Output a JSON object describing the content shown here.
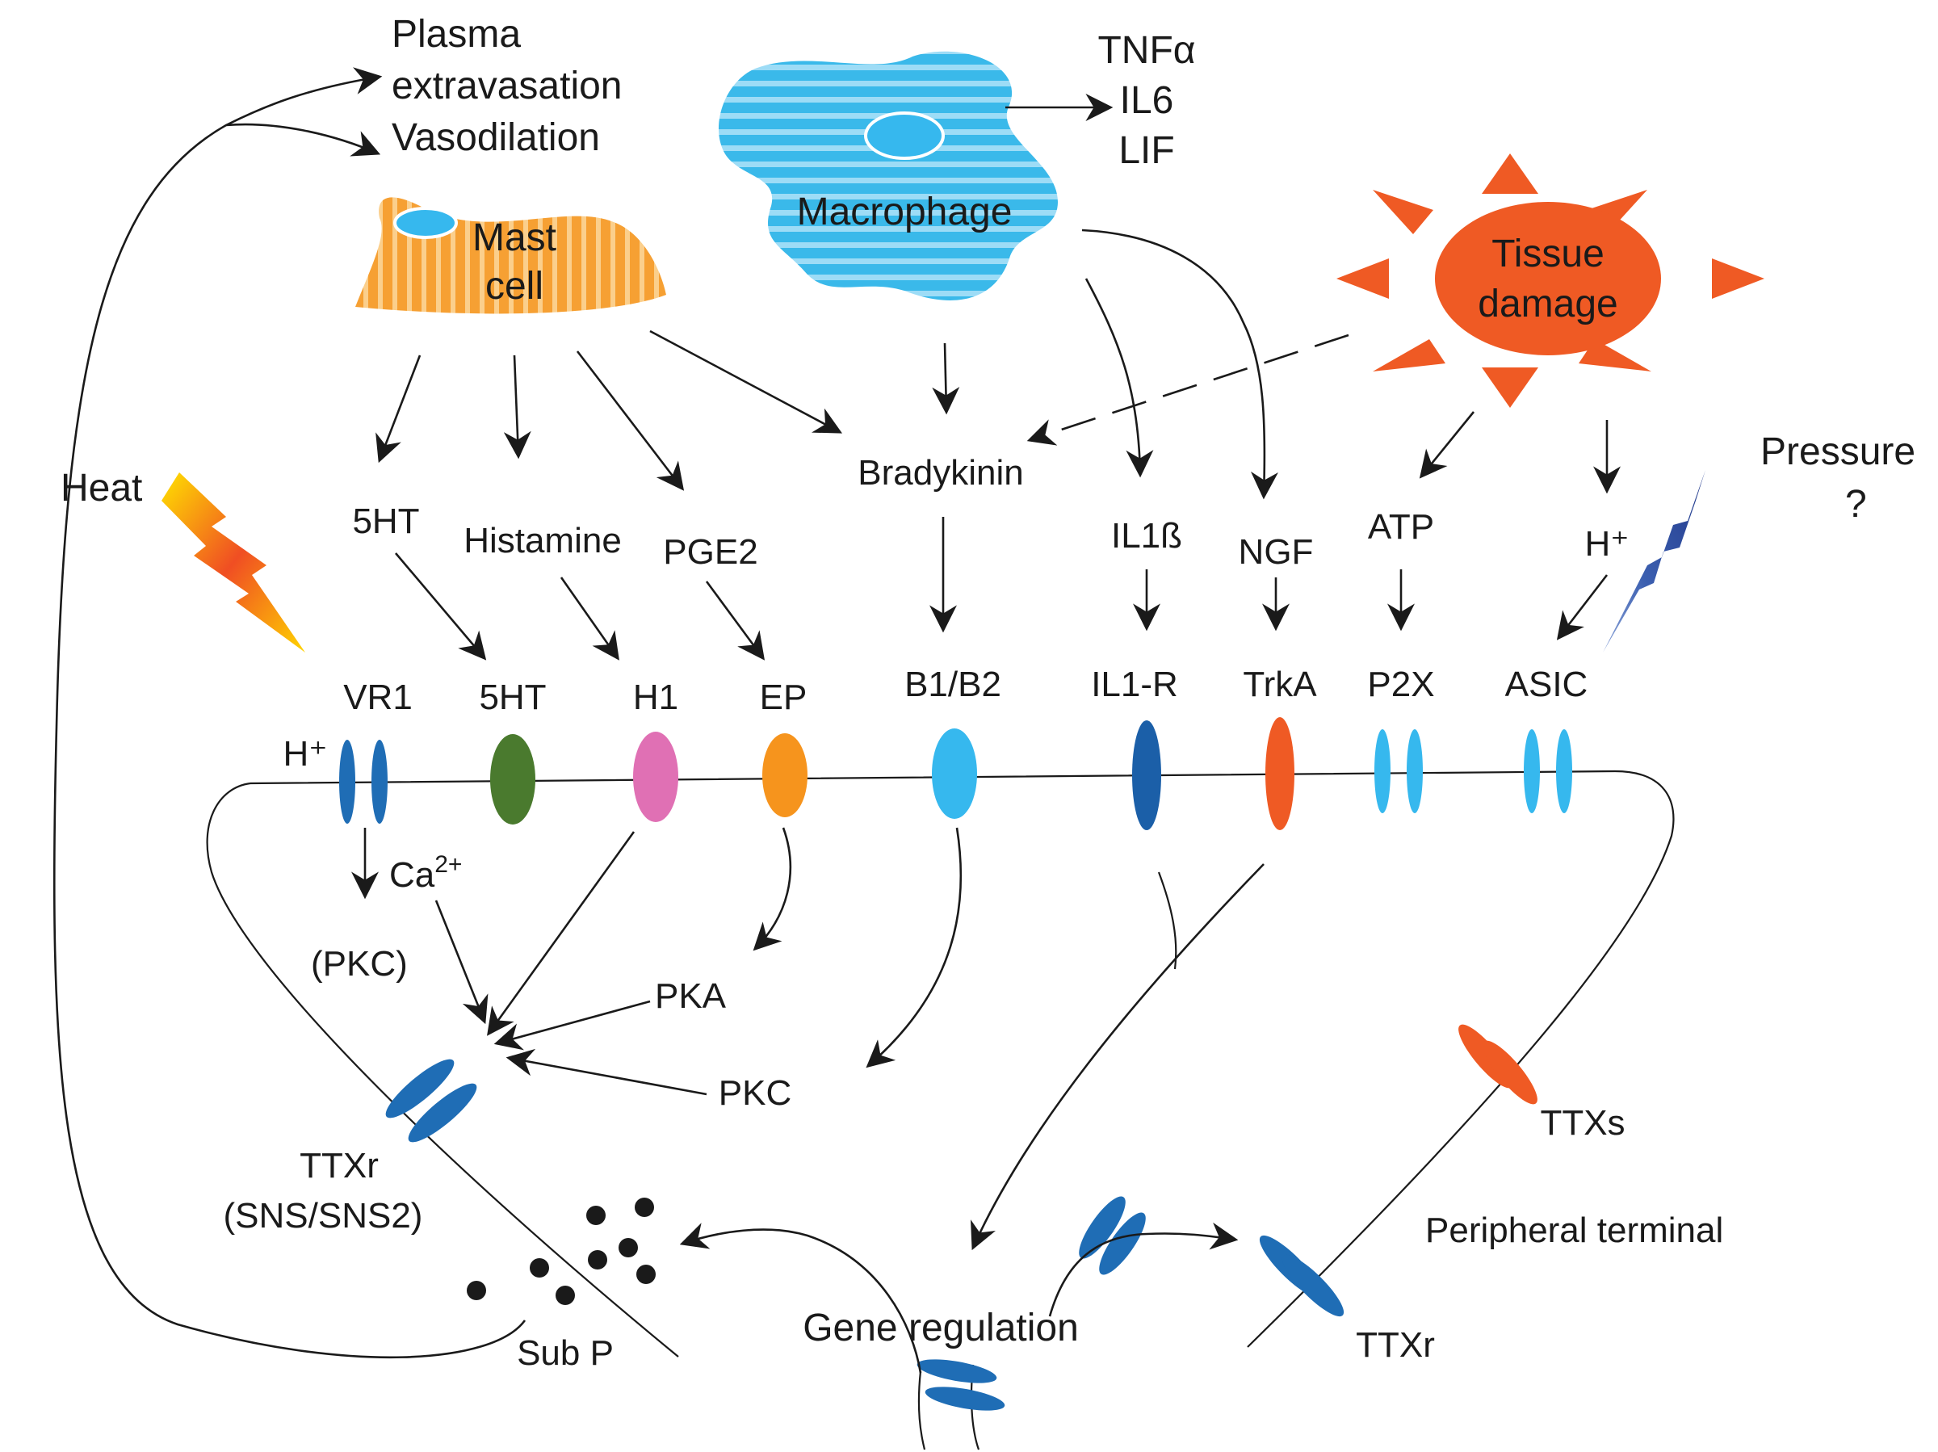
{
  "colors": {
    "mast_cell": "#f6a033",
    "macrophage": "#3ab9ea",
    "tissue_damage": "#ef5a24",
    "vr1": "#1f6db5",
    "r5ht": "#4a7a2e",
    "h1": "#e070b4",
    "ep": "#f6941d",
    "b1b2": "#36b8ee",
    "il1r": "#1b5fa8",
    "trka": "#ef5a24",
    "p2x": "#36b8ee",
    "asic": "#36b8ee",
    "ttx_r": "#1f6db5",
    "ttx_s": "#ef5a24",
    "heat": "#f04e23",
    "pressure": "#233a8b"
  },
  "top": {
    "outcome_1": "Plasma",
    "outcome_2": "extravasation",
    "outcome_3": "Vasodilation",
    "cytokine_1": "TNFα",
    "cytokine_2": "IL6",
    "cytokine_3": "LIF"
  },
  "cells": {
    "mast_line1": "Mast",
    "mast_line2": "cell",
    "macrophage": "Macrophage",
    "tissue_line1": "Tissue",
    "tissue_line2": "damage"
  },
  "stimuli": {
    "heat": "Heat",
    "pressure": "Pressure",
    "pressure_q": "?"
  },
  "mediators": {
    "serotonin": "5HT",
    "histamine": "Histamine",
    "pge2": "PGE2",
    "bradykinin": "Bradykinin",
    "il1b": "IL1ß",
    "ngf": "NGF",
    "atp": "ATP",
    "proton": "H⁺"
  },
  "receptors": {
    "vr1": "VR1",
    "r5ht": "5HT",
    "h1": "H1",
    "ep": "EP",
    "b1b2": "B1/B2",
    "il1r": "IL1-R",
    "trka": "TrkA",
    "p2x": "P2X",
    "asic": "ASIC",
    "vr1_proton": "H⁺"
  },
  "signaling": {
    "calcium": "Ca",
    "calcium_sup": "2+",
    "pkc_paren": "(PKC)",
    "pka": "PKA",
    "pkc": "PKC"
  },
  "channels": {
    "ttxr_left_1": "TTXr",
    "ttxr_left_2": "(SNS/SNS2)",
    "ttxs": "TTXs",
    "ttxr_right": "TTXr",
    "peripheral": "Peripheral terminal",
    "gene": "Gene regulation",
    "subp": "Sub P"
  }
}
